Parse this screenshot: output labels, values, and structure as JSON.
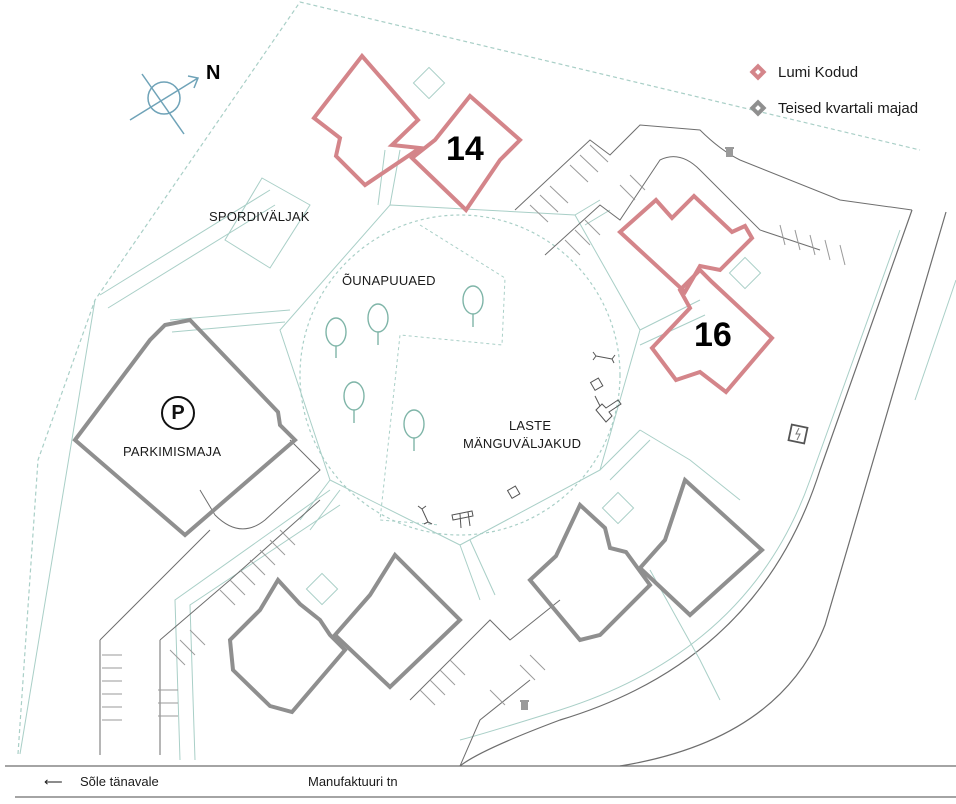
{
  "colors": {
    "lumi": "#d4858a",
    "other": "#8f8f8f",
    "path": "#a9cfc7",
    "road": "#6e6e6e",
    "text": "#1a1a1a"
  },
  "compass": {
    "label": "N"
  },
  "legend": {
    "items": [
      {
        "label": "Lumi Kodud",
        "icon": "diamond-outline-pink"
      },
      {
        "label": "Teised kvartali majad",
        "icon": "diamond-outline-gray"
      }
    ]
  },
  "areas": {
    "sports_field": "SPORDIVÄLJAK",
    "orchard": "ÕUNAPUUAED",
    "playground_line1": "LASTE",
    "playground_line2": "MÄNGUVÄLJAKUD",
    "parking_house": "PARKIMISMAJA",
    "parking_symbol": "P"
  },
  "buildings": {
    "lumi_14": "14",
    "lumi_16": "16"
  },
  "streets": {
    "to_sole": "Sõle tänavale",
    "to_sole_arrow": "⟵",
    "manufaktuuri": "Manufaktuuri tn"
  }
}
